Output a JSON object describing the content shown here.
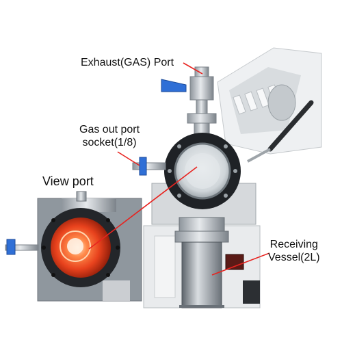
{
  "labels": {
    "exhaust_port": "Exhaust(GAS) Port",
    "gas_out_line1": "Gas out port",
    "gas_out_line2": "socket(1/8)",
    "view_port": "View port",
    "receiving_line1": "Receiving",
    "receiving_line2": "Vessel(2L)"
  },
  "colors": {
    "callout_line": "#e8231f",
    "handle": "#2f6fd6",
    "steel": "#c9cdd2",
    "glow": "#ff5a2a"
  }
}
